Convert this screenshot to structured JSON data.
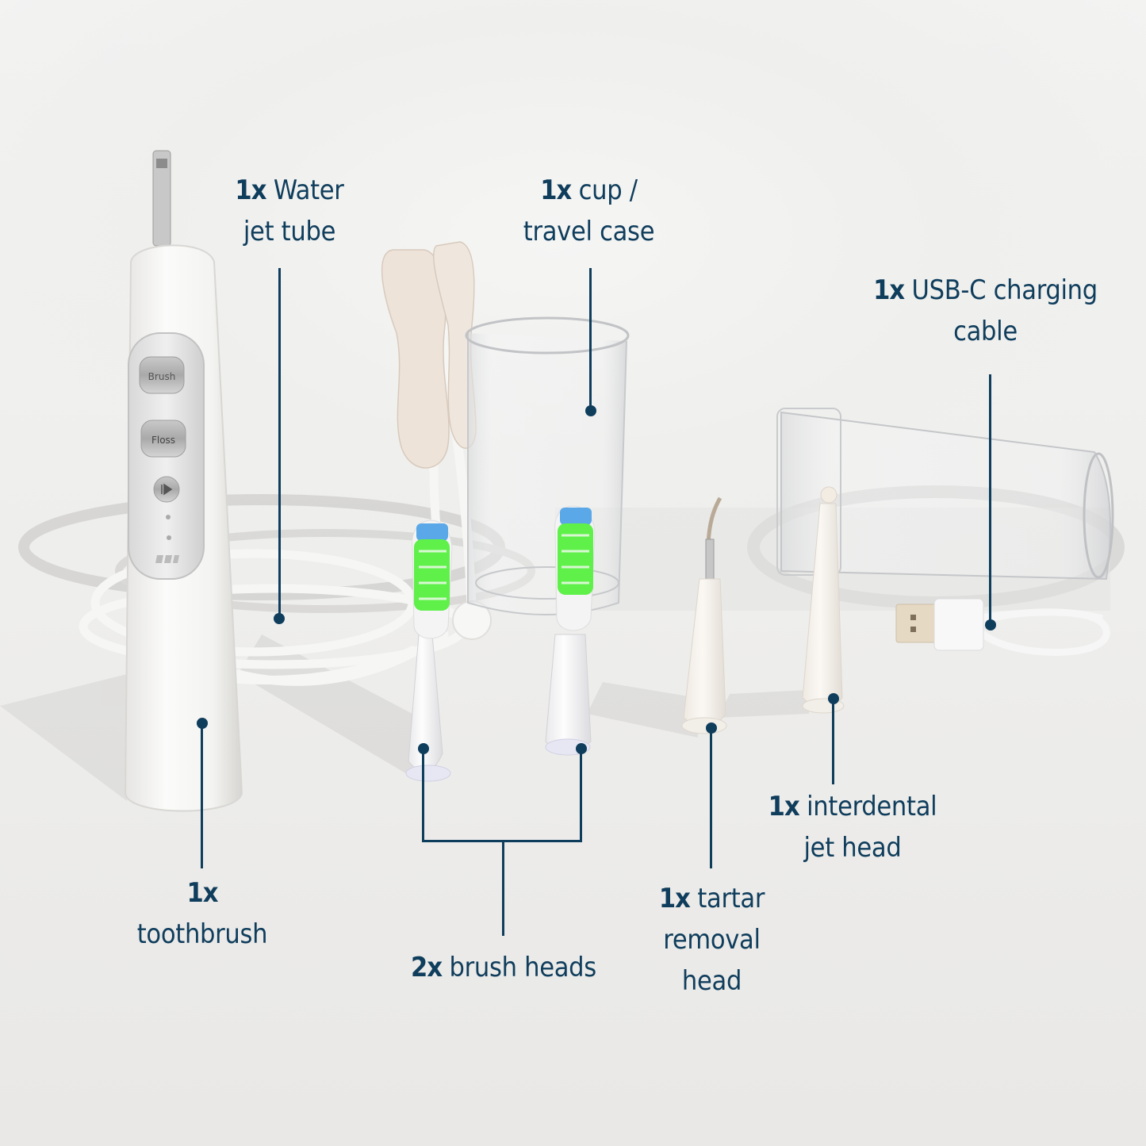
{
  "colors": {
    "callout": "#0f3d5c",
    "background": "#efeeec",
    "bristle_green": "#5ff04a",
    "bristle_blue": "#5aa8e8"
  },
  "device": {
    "buttons": [
      {
        "label": "Brush"
      },
      {
        "label": "Floss"
      },
      {
        "label": "play-pause-icon"
      }
    ]
  },
  "callouts": [
    {
      "id": "water-jet-tube",
      "qty": "1x",
      "lines": [
        "Water",
        "jet tube"
      ]
    },
    {
      "id": "cup-travel-case",
      "qty": "1x",
      "lines": [
        "cup /",
        "travel case"
      ]
    },
    {
      "id": "usb-c-cable",
      "qty": "1x",
      "lines": [
        "USB-C charging",
        "cable"
      ]
    },
    {
      "id": "toothbrush",
      "qty": "1x",
      "lines": [
        "",
        "toothbrush"
      ]
    },
    {
      "id": "brush-heads",
      "qty": "2x",
      "lines": [
        "brush heads"
      ]
    },
    {
      "id": "tartar-removal-head",
      "qty": "1x",
      "lines": [
        "tartar",
        "removal",
        "head"
      ]
    },
    {
      "id": "interdental-jet-head",
      "qty": "1x",
      "lines": [
        "interdental",
        "jet head"
      ]
    }
  ]
}
